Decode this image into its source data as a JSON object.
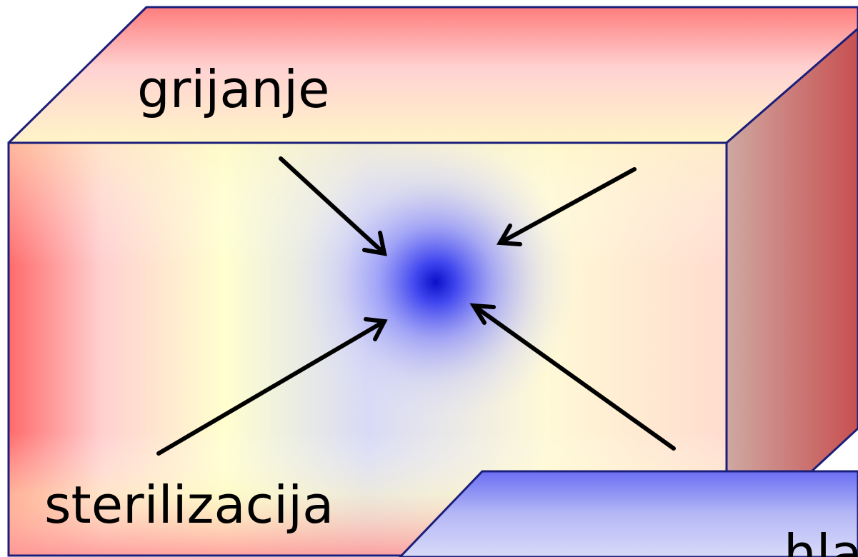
{
  "labels": {
    "top": "grijanje",
    "bottom_left": "sterilizacija",
    "bottom_right": "hla"
  },
  "colors": {
    "outline": "#1b1f7a",
    "heat_red": "#ff7070",
    "warm_pale": "#fffacc",
    "cold_blue": "#0a10c8",
    "arrow": "#000000"
  }
}
